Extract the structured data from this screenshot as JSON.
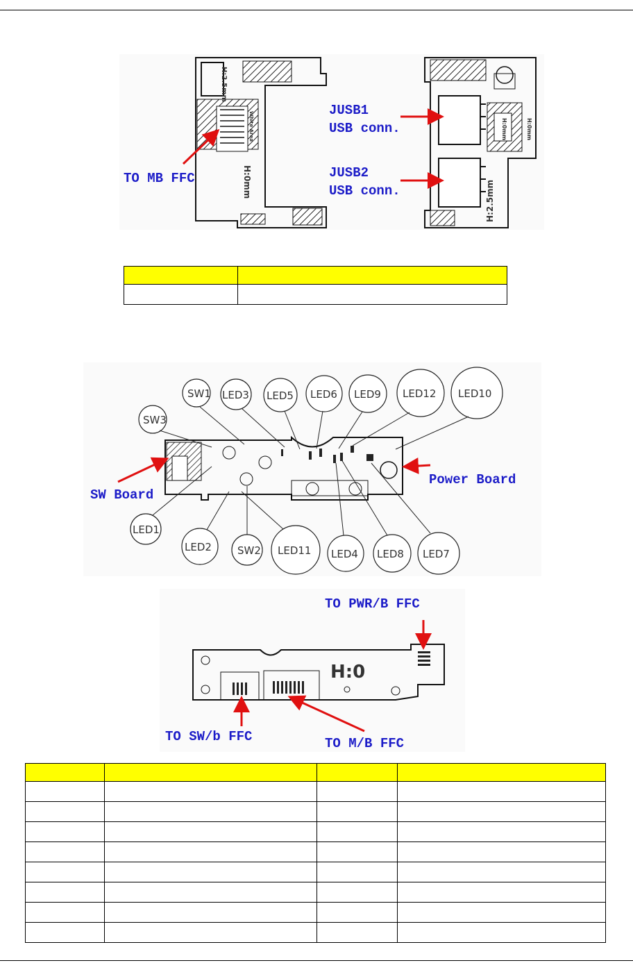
{
  "usb_board": {
    "callouts": {
      "to_mb_ffc": "TO MB FFC",
      "jusb1": "JUSB1",
      "jusb1_desc": "USB conn.",
      "jusb2": "JUSB2",
      "jusb2_desc": "USB conn."
    },
    "pcb_marks": {
      "h25": "H:2.5mm",
      "h0_left": "H:0mm",
      "h0_right_a": "H:0mm",
      "h0_right_b": "H:0mm",
      "h25_right": "H:2.5mm",
      "white_area": "White Area"
    },
    "table": {
      "columns": 2,
      "rows": 1
    }
  },
  "sw_power_board": {
    "components": {
      "sw1": "SW1",
      "sw2": "SW2",
      "sw3": "SW3",
      "led1": "LED1",
      "led2": "LED2",
      "led3": "LED3",
      "led4": "LED4",
      "led5": "LED5",
      "led6": "LED6",
      "led7": "LED7",
      "led8": "LED8",
      "led9": "LED9",
      "led10": "LED10",
      "led11": "LED11",
      "led12": "LED12"
    },
    "callouts": {
      "sw_board": "SW Board",
      "power_board": "Power Board"
    }
  },
  "mb_board": {
    "callouts": {
      "to_pwr_ffc": "TO PWR/B FFC",
      "to_sw_ffc": "TO SW/b FFC",
      "to_mb_ffc": "TO M/B FFC"
    },
    "pcb_marks": {
      "h0": "H:0"
    }
  },
  "colors": {
    "header_fill": "#ffff00",
    "callout_text": "#1c1cc8",
    "arrow": "#e01010"
  }
}
